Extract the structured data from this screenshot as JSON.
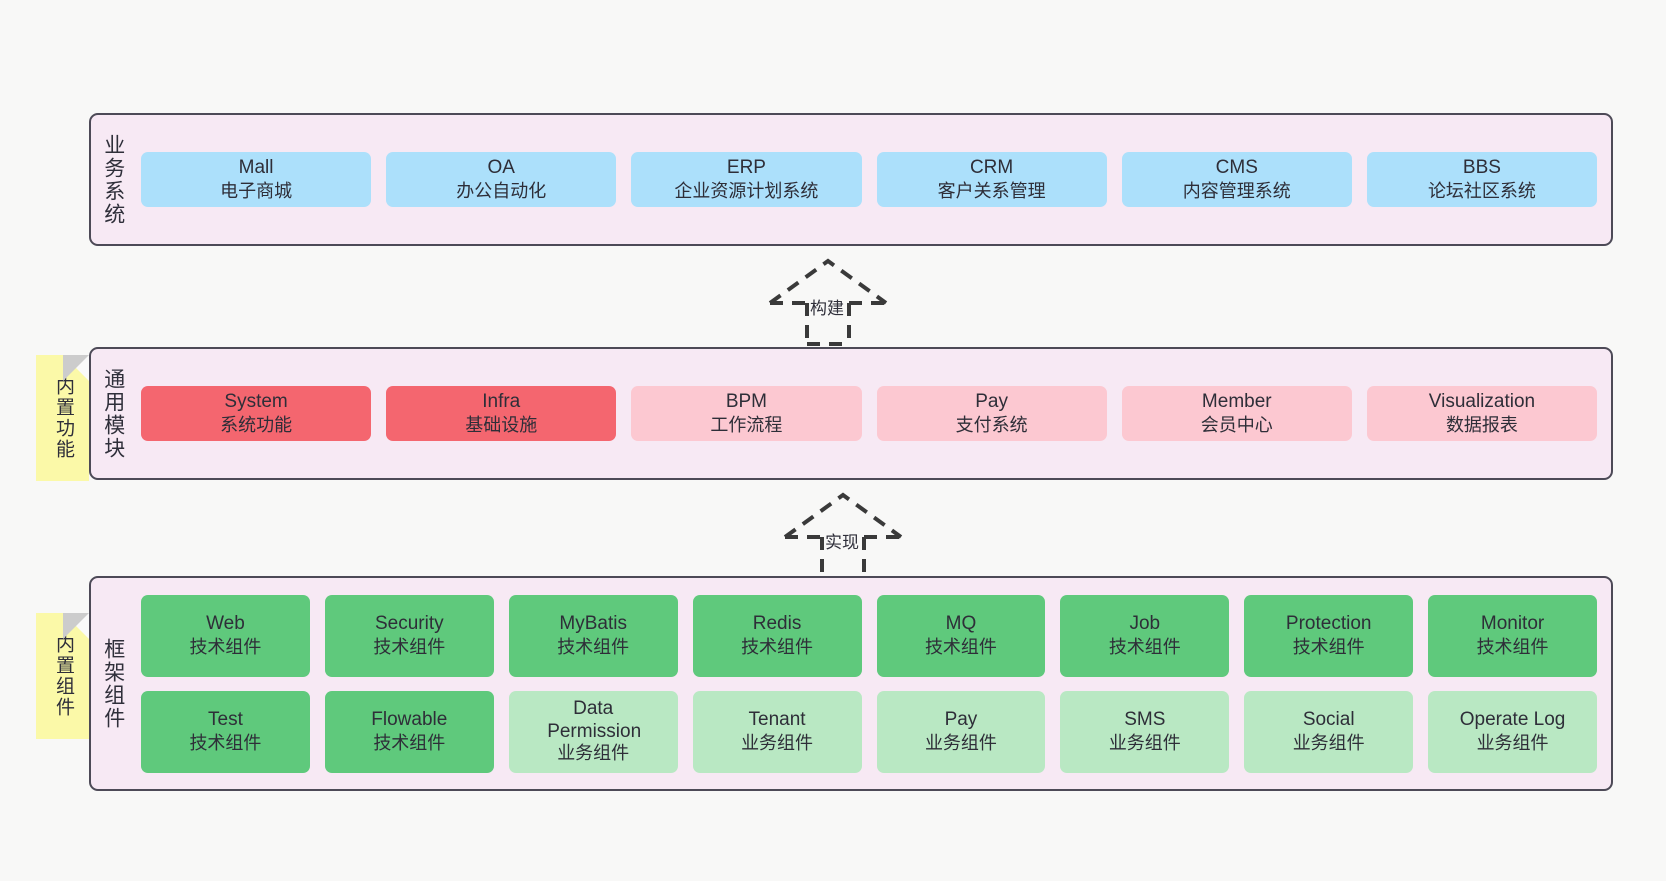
{
  "meta": {
    "background_color": "#f8f8f7",
    "container_fill": "#f7e9f4",
    "container_border": "#4d4a57"
  },
  "palette": {
    "blue": "#ace0fb",
    "red_strong": "#f4666f",
    "red_soft": "#fcc8d1",
    "green_strong": "#5fc97c",
    "green_soft": "#b9e8c3",
    "sticky_yellow": "#fbf9a8",
    "fold_gray": "#cccccc"
  },
  "layers": [
    {
      "id": "business-systems",
      "title": "业务系统",
      "rows": [
        {
          "cells": [
            {
              "en": "Mall",
              "cn": "电子商城",
              "color": "#ace0fb"
            },
            {
              "en": "OA",
              "cn": "办公自动化",
              "color": "#ace0fb"
            },
            {
              "en": "ERP",
              "cn": "企业资源计划系统",
              "color": "#ace0fb"
            },
            {
              "en": "CRM",
              "cn": "客户关系管理",
              "color": "#ace0fb"
            },
            {
              "en": "CMS",
              "cn": "内容管理系统",
              "color": "#ace0fb"
            },
            {
              "en": "BBS",
              "cn": "论坛社区系统",
              "color": "#ace0fb"
            }
          ]
        }
      ]
    },
    {
      "id": "common-modules",
      "title": "通用模块",
      "sticky": "内置功能",
      "rows": [
        {
          "cells": [
            {
              "en": "System",
              "cn": "系统功能",
              "color": "#f4666f"
            },
            {
              "en": "Infra",
              "cn": "基础设施",
              "color": "#f4666f"
            },
            {
              "en": "BPM",
              "cn": "工作流程",
              "color": "#fcc8d1"
            },
            {
              "en": "Pay",
              "cn": "支付系统",
              "color": "#fcc8d1"
            },
            {
              "en": "Member",
              "cn": "会员中心",
              "color": "#fcc8d1"
            },
            {
              "en": "Visualization",
              "cn": "数据报表",
              "color": "#fcc8d1"
            }
          ]
        }
      ]
    },
    {
      "id": "framework-components",
      "title": "框架组件",
      "sticky": "内置组件",
      "rows": [
        {
          "cells": [
            {
              "en": "Web",
              "cn": "技术组件",
              "color": "#5fc97c"
            },
            {
              "en": "Security",
              "cn": "技术组件",
              "color": "#5fc97c"
            },
            {
              "en": "MyBatis",
              "cn": "技术组件",
              "color": "#5fc97c"
            },
            {
              "en": "Redis",
              "cn": "技术组件",
              "color": "#5fc97c"
            },
            {
              "en": "MQ",
              "cn": "技术组件",
              "color": "#5fc97c"
            },
            {
              "en": "Job",
              "cn": "技术组件",
              "color": "#5fc97c"
            },
            {
              "en": "Protection",
              "cn": "技术组件",
              "color": "#5fc97c"
            },
            {
              "en": "Monitor",
              "cn": "技术组件",
              "color": "#5fc97c"
            }
          ]
        },
        {
          "cells": [
            {
              "en": "Test",
              "cn": "技术组件",
              "color": "#5fc97c"
            },
            {
              "en": "Flowable",
              "cn": "技术组件",
              "color": "#5fc97c"
            },
            {
              "en": "Data Permission",
              "cn": "业务组件",
              "color": "#b9e8c3"
            },
            {
              "en": "Tenant",
              "cn": "业务组件",
              "color": "#b9e8c3"
            },
            {
              "en": "Pay",
              "cn": "业务组件",
              "color": "#b9e8c3"
            },
            {
              "en": "SMS",
              "cn": "业务组件",
              "color": "#b9e8c3"
            },
            {
              "en": "Social",
              "cn": "业务组件",
              "color": "#b9e8c3"
            },
            {
              "en": "Operate Log",
              "cn": "业务组件",
              "color": "#b9e8c3"
            }
          ]
        }
      ]
    }
  ],
  "connectors": [
    {
      "id": "build",
      "label": "构建"
    },
    {
      "id": "implement",
      "label": "实现"
    }
  ]
}
